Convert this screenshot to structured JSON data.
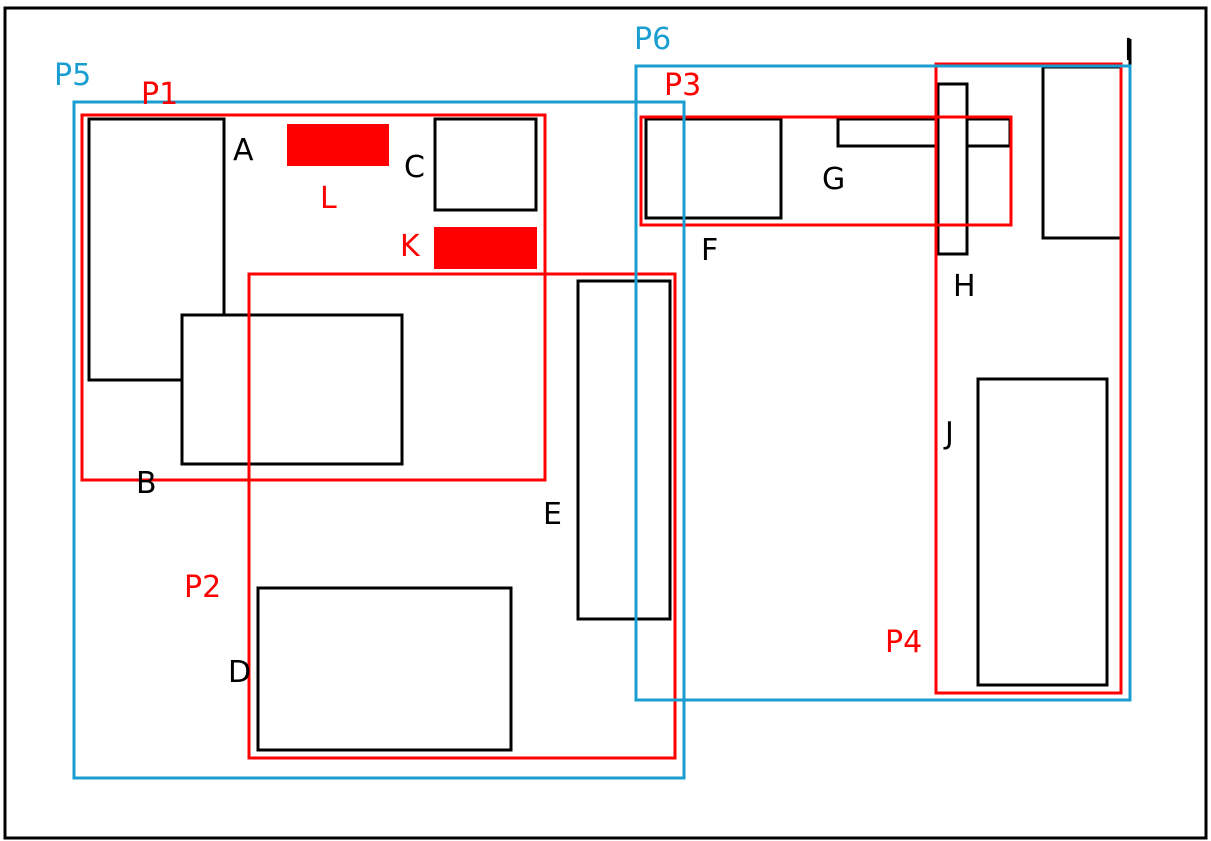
{
  "colors": {
    "component_stroke": "#000000",
    "partition_stroke": "#ff0000",
    "group_stroke": "#1a9ed2",
    "block_fill": "#ff0000"
  },
  "components": {
    "A": "A",
    "B": "B",
    "C": "C",
    "D": "D",
    "E": "E",
    "F": "F",
    "G": "G",
    "H": "H",
    "I": "I",
    "J": "J"
  },
  "blocks": {
    "K": "K",
    "L": "L"
  },
  "partitions": {
    "P1": "P1",
    "P2": "P2",
    "P3": "P3",
    "P4": "P4"
  },
  "groups": {
    "P5": "P5",
    "P6": "P6"
  }
}
